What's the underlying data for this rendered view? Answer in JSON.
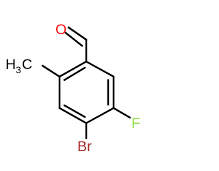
{
  "molecule": {
    "atoms": {
      "oxygen": {
        "symbol": "O",
        "color": "#ff0d0d"
      },
      "fluorine": {
        "symbol": "F",
        "color": "#90e050"
      },
      "bromine": {
        "symbol": "Br",
        "color": "#a62929"
      },
      "methyl": {
        "symbol": "H",
        "subscript": "3",
        "suffix": "C",
        "color": "#000000"
      }
    }
  }
}
